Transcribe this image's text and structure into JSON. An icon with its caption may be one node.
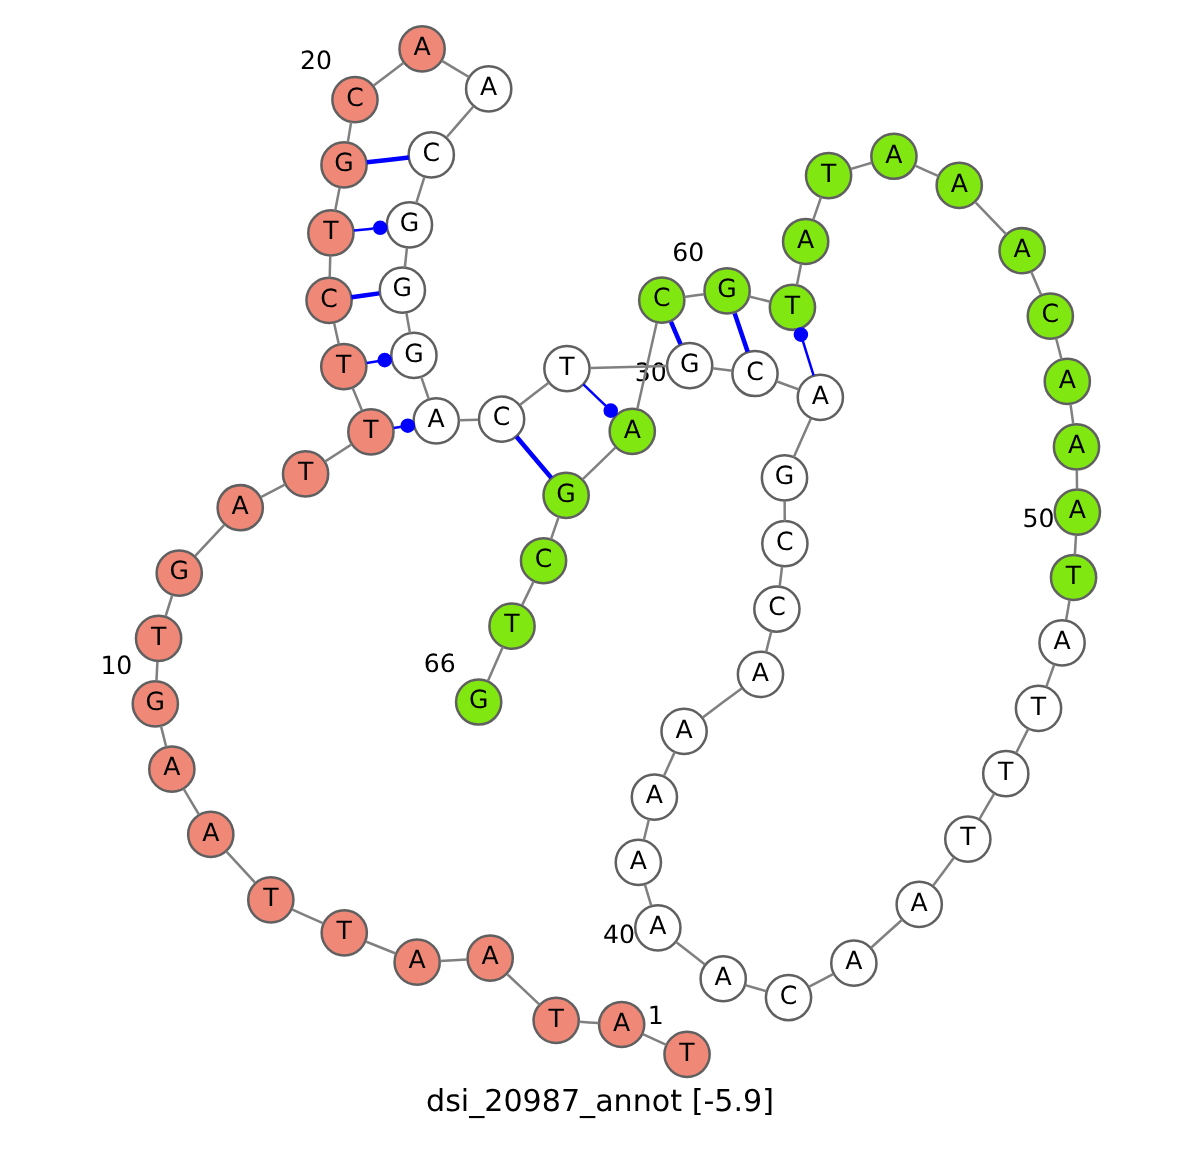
{
  "diagram": {
    "caption": "dsi_20987_annot [-5.9]",
    "nodes": [
      {
        "text": [
          "T"
        ],
        "beside": [
          "1"
        ]
      },
      {
        "text": [
          "A"
        ]
      },
      {
        "text": [
          "T"
        ]
      },
      {
        "text": [
          "A"
        ]
      },
      {
        "text": [
          "A"
        ]
      },
      {
        "text": [
          "T"
        ]
      },
      {
        "text": [
          "T"
        ]
      },
      {
        "text": [
          "A"
        ]
      },
      {
        "text": [
          "A"
        ]
      },
      {
        "text": [
          "G"
        ],
        "beside": [
          "10"
        ]
      },
      {
        "text": [
          "T"
        ]
      },
      {
        "text": [
          "G"
        ]
      },
      {
        "text": [
          "A"
        ]
      },
      {
        "text": [
          "T"
        ]
      },
      {
        "text": [
          "T"
        ]
      },
      {
        "text": [
          "T"
        ]
      },
      {
        "text": [
          "C"
        ]
      },
      {
        "text": [
          "T"
        ]
      },
      {
        "text": [
          "G"
        ]
      },
      {
        "text": [
          "C"
        ],
        "beside": [
          "20"
        ]
      },
      {
        "text": [
          "A"
        ]
      },
      {
        "text": [
          "A"
        ]
      },
      {
        "text": [
          "C"
        ]
      },
      {
        "text": [
          "G"
        ]
      },
      {
        "text": [
          "G"
        ]
      },
      {
        "text": [
          "G"
        ]
      },
      {
        "text": [
          "A"
        ]
      },
      {
        "text": [
          "C"
        ]
      },
      {
        "text": [
          "T"
        ]
      },
      {
        "text": [
          "G"
        ],
        "beside": [
          "30"
        ]
      },
      {
        "text": [
          "C"
        ]
      },
      {
        "text": [
          "A"
        ]
      },
      {
        "text": [
          "G"
        ]
      },
      {
        "text": [
          "C"
        ]
      },
      {
        "text": [
          "C"
        ]
      },
      {
        "text": [
          "A"
        ]
      },
      {
        "text": [
          "A"
        ]
      },
      {
        "text": [
          "A"
        ]
      },
      {
        "text": [
          "A"
        ]
      },
      {
        "text": [
          "A"
        ],
        "beside": [
          "40"
        ]
      },
      {
        "text": [
          "A"
        ]
      },
      {
        "text": [
          "C"
        ]
      },
      {
        "text": [
          "A"
        ]
      },
      {
        "text": [
          "A"
        ]
      },
      {
        "text": [
          "T"
        ]
      },
      {
        "text": [
          "T"
        ]
      },
      {
        "text": [
          "T"
        ]
      },
      {
        "text": [
          "A"
        ]
      },
      {
        "text": [
          "T"
        ]
      },
      {
        "text": [
          "A"
        ],
        "beside": [
          "50"
        ]
      },
      {
        "text": [
          "A"
        ]
      },
      {
        "text": [
          "A"
        ]
      },
      {
        "text": [
          "C"
        ]
      },
      {
        "text": [
          "A"
        ]
      },
      {
        "text": [
          "A"
        ]
      },
      {
        "text": [
          "A"
        ]
      },
      {
        "text": [
          "T"
        ]
      },
      {
        "text": [
          "A"
        ]
      },
      {
        "text": [
          "T"
        ]
      },
      {
        "text": [
          "G"
        ],
        "beside": [
          "60"
        ]
      },
      {
        "text": [
          "C"
        ]
      },
      {
        "text": [
          "A"
        ]
      },
      {
        "text": [
          "G"
        ]
      },
      {
        "text": [
          "C"
        ]
      },
      {
        "text": [
          "T"
        ]
      },
      {
        "text": [
          "G"
        ],
        "beside": [
          "66"
        ]
      }
    ],
    "edges": [
      {
        "from": 0,
        "to": 1,
        "arrow": "none"
      },
      {
        "from": 1,
        "to": 2,
        "arrow": "none"
      },
      {
        "from": 2,
        "to": 3,
        "arrow": "none"
      },
      {
        "from": 3,
        "to": 4,
        "arrow": "none"
      },
      {
        "from": 4,
        "to": 5,
        "arrow": "none"
      },
      {
        "from": 5,
        "to": 6,
        "arrow": "none"
      },
      {
        "from": 6,
        "to": 7,
        "arrow": "none"
      },
      {
        "from": 7,
        "to": 8,
        "arrow": "none"
      },
      {
        "from": 8,
        "to": 9,
        "arrow": "none"
      },
      {
        "from": 9,
        "to": 10,
        "arrow": "none"
      },
      {
        "from": 10,
        "to": 11,
        "arrow": "none"
      },
      {
        "from": 11,
        "to": 12,
        "arrow": "none"
      },
      {
        "from": 12,
        "to": 13,
        "arrow": "none"
      },
      {
        "from": 13,
        "to": 14,
        "arrow": "none"
      },
      {
        "from": 14,
        "to": 15,
        "arrow": "none"
      },
      {
        "from": 15,
        "to": 16,
        "arrow": "none"
      },
      {
        "from": 16,
        "to": 17,
        "arrow": "none"
      },
      {
        "from": 17,
        "to": 18,
        "arrow": "none"
      },
      {
        "from": 18,
        "to": 19,
        "arrow": "none"
      },
      {
        "from": 19,
        "to": 20,
        "arrow": "none"
      },
      {
        "from": 20,
        "to": 21,
        "arrow": "none"
      },
      {
        "from": 21,
        "to": 22,
        "arrow": "none"
      },
      {
        "from": 22,
        "to": 23,
        "arrow": "none"
      },
      {
        "from": 23,
        "to": 24,
        "arrow": "none"
      },
      {
        "from": 24,
        "to": 25,
        "arrow": "none"
      },
      {
        "from": 25,
        "to": 26,
        "arrow": "none"
      },
      {
        "from": 26,
        "to": 27,
        "arrow": "none"
      },
      {
        "from": 27,
        "to": 28,
        "arrow": "none"
      },
      {
        "from": 28,
        "to": 29,
        "arrow": "none"
      },
      {
        "from": 29,
        "to": 30,
        "arrow": "none"
      },
      {
        "from": 30,
        "to": 31,
        "arrow": "none"
      },
      {
        "from": 31,
        "to": 32,
        "arrow": "none"
      },
      {
        "from": 32,
        "to": 33,
        "arrow": "none"
      },
      {
        "from": 33,
        "to": 34,
        "arrow": "none"
      },
      {
        "from": 34,
        "to": 35,
        "arrow": "none"
      },
      {
        "from": 35,
        "to": 36,
        "arrow": "none"
      },
      {
        "from": 36,
        "to": 37,
        "arrow": "none"
      },
      {
        "from": 37,
        "to": 38,
        "arrow": "none"
      },
      {
        "from": 38,
        "to": 39,
        "arrow": "none"
      },
      {
        "from": 39,
        "to": 40,
        "arrow": "none"
      },
      {
        "from": 40,
        "to": 41,
        "arrow": "none"
      },
      {
        "from": 41,
        "to": 42,
        "arrow": "none"
      },
      {
        "from": 42,
        "to": 43,
        "arrow": "none"
      },
      {
        "from": 43,
        "to": 44,
        "arrow": "none"
      },
      {
        "from": 44,
        "to": 45,
        "arrow": "none"
      },
      {
        "from": 45,
        "to": 46,
        "arrow": "none"
      },
      {
        "from": 46,
        "to": 47,
        "arrow": "none"
      },
      {
        "from": 47,
        "to": 48,
        "arrow": "none"
      },
      {
        "from": 48,
        "to": 49,
        "arrow": "none"
      },
      {
        "from": 49,
        "to": 50,
        "arrow": "none"
      },
      {
        "from": 50,
        "to": 51,
        "arrow": "none"
      },
      {
        "from": 51,
        "to": 52,
        "arrow": "none"
      },
      {
        "from": 52,
        "to": 53,
        "arrow": "none"
      },
      {
        "from": 53,
        "to": 54,
        "arrow": "none"
      },
      {
        "from": 54,
        "to": 55,
        "arrow": "none"
      },
      {
        "from": 55,
        "to": 56,
        "arrow": "none"
      },
      {
        "from": 56,
        "to": 57,
        "arrow": "none"
      },
      {
        "from": 57,
        "to": 58,
        "arrow": "none"
      },
      {
        "from": 58,
        "to": 59,
        "arrow": "none"
      },
      {
        "from": 59,
        "to": 60,
        "arrow": "none"
      },
      {
        "from": 60,
        "to": 61,
        "arrow": "none"
      },
      {
        "from": 61,
        "to": 62,
        "arrow": "none"
      },
      {
        "from": 62,
        "to": 63,
        "arrow": "none"
      },
      {
        "from": 63,
        "to": 64,
        "arrow": "none"
      },
      {
        "from": 64,
        "to": 65,
        "arrow": "none"
      },
      {
        "from": 18,
        "to": 22,
        "arrow": "none",
        "color": "#0000ff"
      },
      {
        "from": 17,
        "to": 23,
        "arrow": "other",
        "color": "#0000ff"
      },
      {
        "from": 16,
        "to": 24,
        "arrow": "none",
        "color": "#0000ff"
      },
      {
        "from": 15,
        "to": 25,
        "arrow": "other",
        "color": "#0000ff"
      },
      {
        "from": 14,
        "to": 26,
        "arrow": "other",
        "color": "#0000ff"
      },
      {
        "from": 27,
        "to": 62,
        "arrow": "none",
        "color": "#0000ff"
      },
      {
        "from": 28,
        "to": 61,
        "arrow": "other",
        "color": "#0000ff"
      },
      {
        "from": 29,
        "to": 60,
        "arrow": "none",
        "color": "#0000ff"
      },
      {
        "from": 30,
        "to": 59,
        "arrow": "none",
        "color": "#0000ff"
      },
      {
        "from": 31,
        "to": 58,
        "arrow": "other",
        "color": "#0000ff"
      }
    ]
  }
}
